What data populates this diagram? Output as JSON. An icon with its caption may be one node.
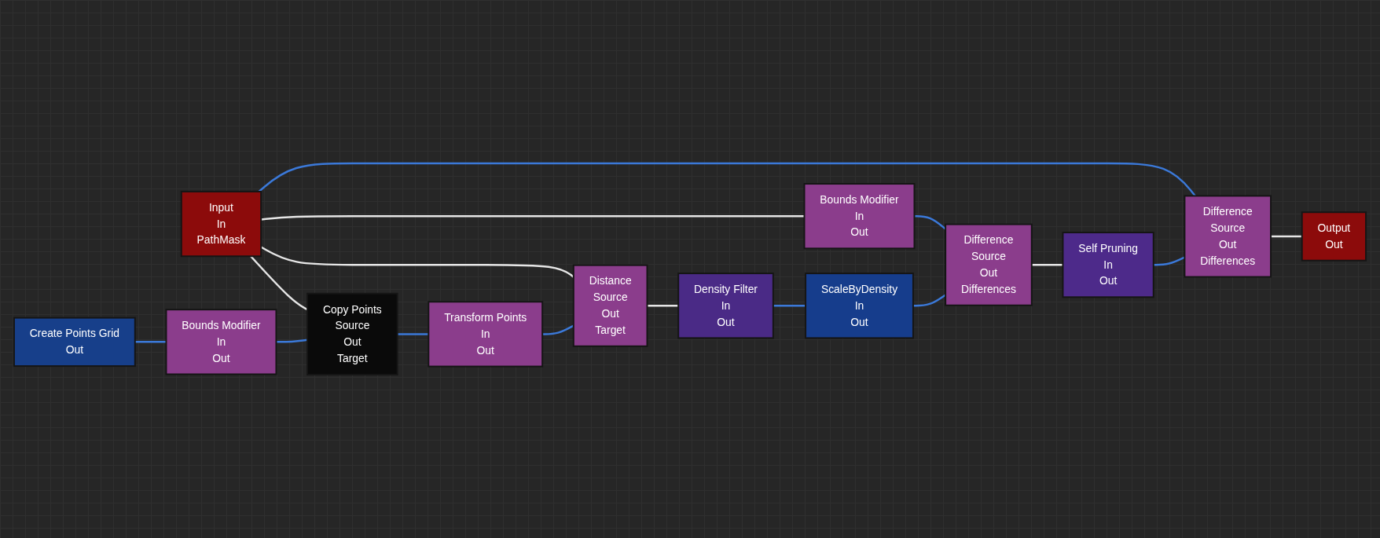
{
  "diagram": {
    "nodes": [
      {
        "text": [
          "Input",
          "In",
          "PathMask"
        ]
      },
      {
        "text": [
          "Create Points Grid",
          "Out"
        ]
      },
      {
        "text": [
          "Bounds Modifier",
          "In",
          "Out"
        ]
      },
      {
        "text": [
          "Copy Points",
          "Source",
          "Out",
          "Target"
        ]
      },
      {
        "text": [
          "Transform Points",
          "In",
          "Out"
        ]
      },
      {
        "text": [
          "Distance",
          "Source",
          "Out",
          "Target"
        ]
      },
      {
        "text": [
          "Bounds Modifier",
          "In",
          "Out"
        ]
      },
      {
        "text": [
          "Density Filter",
          "In",
          "Out"
        ]
      },
      {
        "text": [
          "ScaleByDensity",
          "In",
          "Out"
        ]
      },
      {
        "text": [
          "Difference",
          "Source",
          "Out",
          "Differences"
        ]
      },
      {
        "text": [
          "Self Pruning",
          "In",
          "Out"
        ]
      },
      {
        "text": [
          "Difference",
          "Source",
          "Out",
          "Differences"
        ]
      },
      {
        "text": [
          "Output",
          "Out"
        ]
      }
    ],
    "edges": [
      {
        "from": 1,
        "to": 2,
        "arrow": "none"
      },
      {
        "from": 2,
        "to": 3,
        "arrow": "none"
      },
      {
        "from": 0,
        "to": 3,
        "arrow": "none",
        "color": "#e6e6e6"
      },
      {
        "from": 3,
        "to": 4,
        "arrow": "none"
      },
      {
        "from": 4,
        "to": 5,
        "arrow": "none"
      },
      {
        "from": 0,
        "to": 5,
        "arrow": "none",
        "color": "#e6e6e6"
      },
      {
        "from": 0,
        "to": 6,
        "arrow": "none",
        "color": "#e6e6e6"
      },
      {
        "from": 0,
        "to": 11,
        "arrow": "none"
      },
      {
        "from": 5,
        "to": 7,
        "arrow": "none",
        "color": "#e6e6e6"
      },
      {
        "from": 7,
        "to": 8,
        "arrow": "none"
      },
      {
        "from": 8,
        "to": 9,
        "arrow": "none"
      },
      {
        "from": 6,
        "to": 9,
        "arrow": "none"
      },
      {
        "from": 9,
        "to": 10,
        "arrow": "none",
        "color": "#e6e6e6"
      },
      {
        "from": 10,
        "to": 11,
        "arrow": "none"
      },
      {
        "from": 11,
        "to": 12,
        "arrow": "none",
        "color": "#e6e6e6"
      }
    ]
  }
}
